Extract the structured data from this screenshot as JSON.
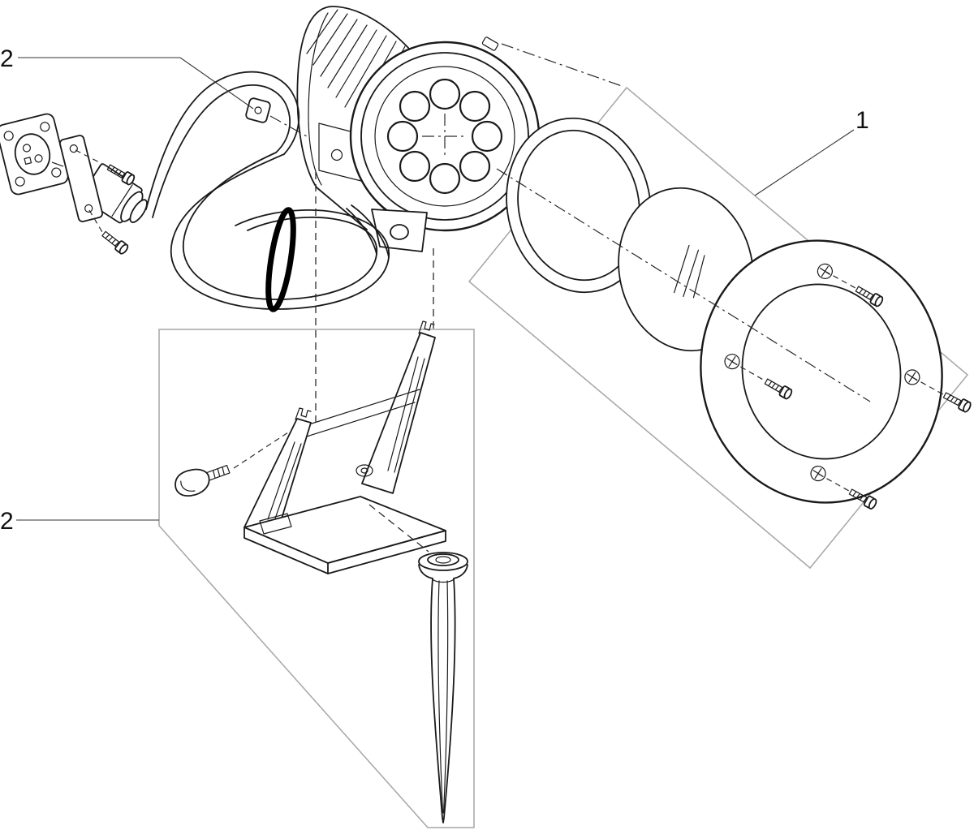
{
  "diagram": {
    "type": "exploded-parts-diagram",
    "callouts": [
      {
        "id": "callout-2-top",
        "label": "2"
      },
      {
        "id": "callout-1-right",
        "label": "1"
      },
      {
        "id": "callout-2-bottom",
        "label": "2"
      }
    ],
    "colors": {
      "background": "#ffffff",
      "line": "#1a1a1a",
      "group_box": "#a6a6a6",
      "cable_tie": "#000000"
    }
  }
}
